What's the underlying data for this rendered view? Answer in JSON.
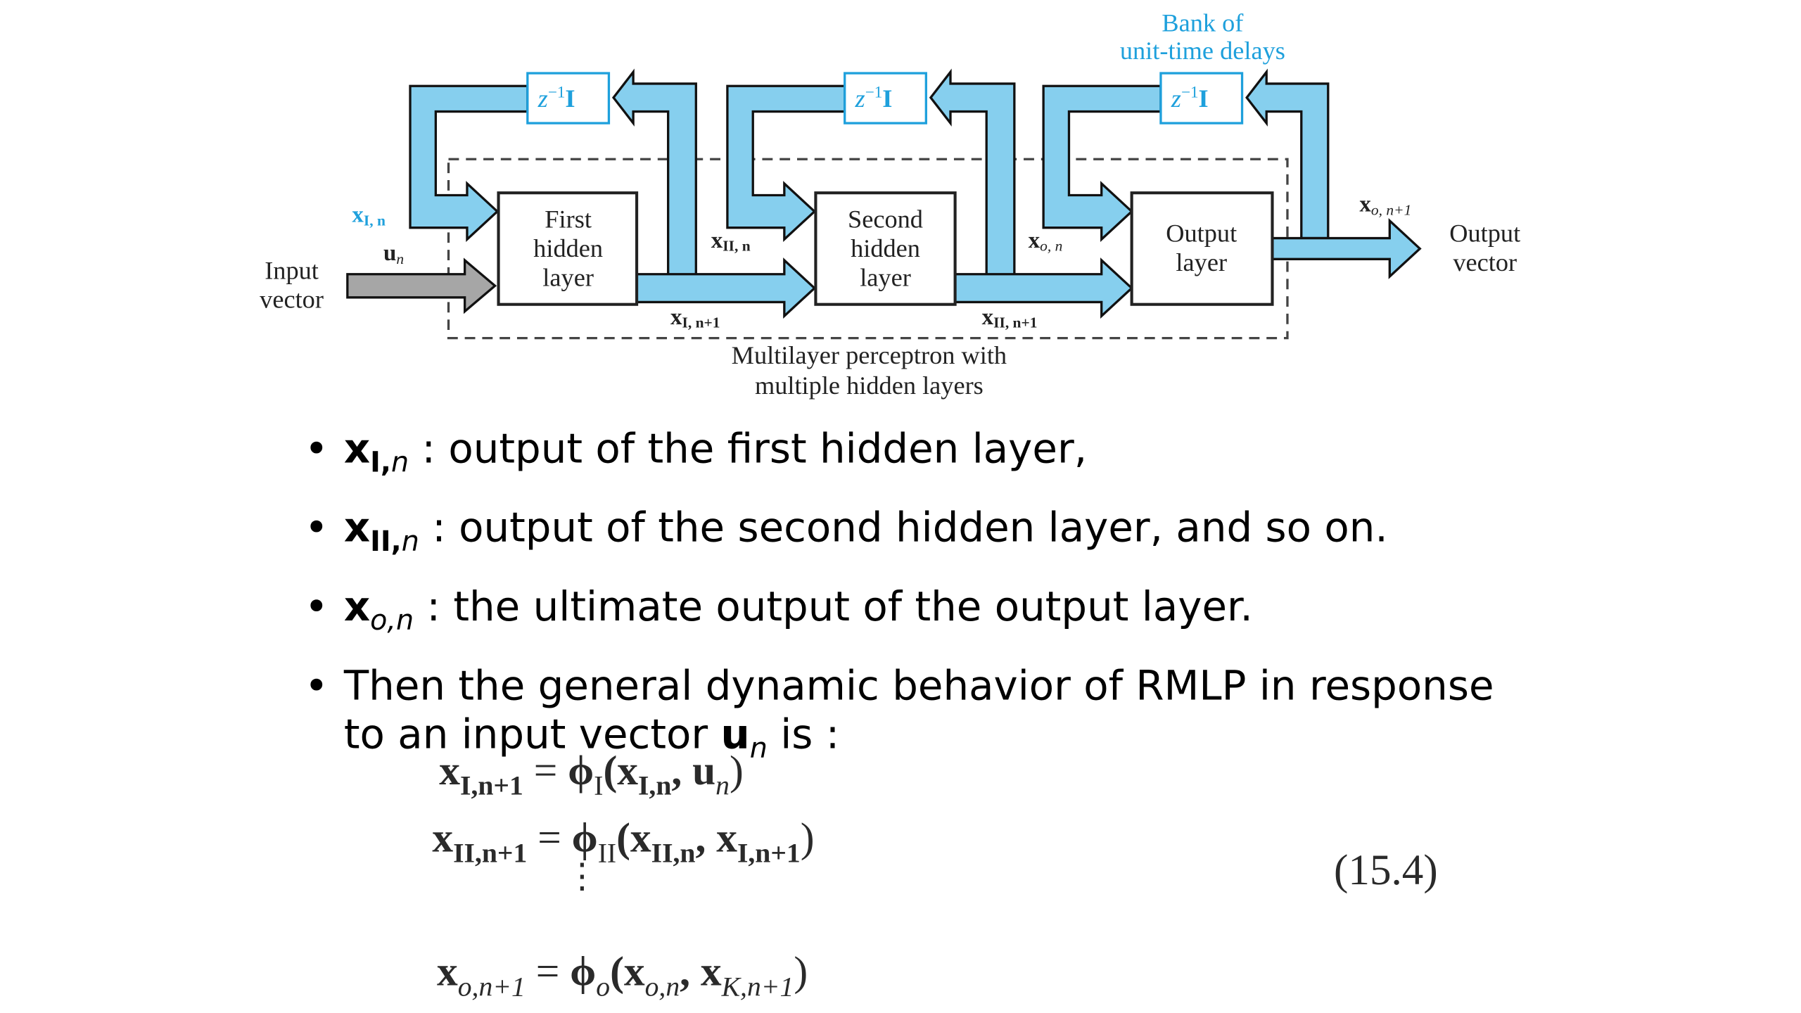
{
  "diagram": {
    "bank_label_line1": "Bank of",
    "bank_label_line2": "unit-time delays",
    "delay_label": "z",
    "delay_sup": "−1",
    "delay_matrix": "I",
    "layers": [
      {
        "line1": "First",
        "line2": "hidden",
        "line3": "layer"
      },
      {
        "line1": "Second",
        "line2": "hidden",
        "line3": "layer"
      },
      {
        "line1": "Output",
        "line2": "layer"
      }
    ],
    "input_label_line1": "Input",
    "input_label_line2": "vector",
    "output_label_line1": "Output",
    "output_label_line2": "vector",
    "mlp_caption_line1": "Multilayer perceptron with",
    "mlp_caption_line2": "multiple hidden layers",
    "signals": {
      "x_I_n": "x",
      "x_I_n_sub": "I, n",
      "u_n": "u",
      "u_n_sub": "n",
      "x_II_n": "x",
      "x_II_n_sub": "II, n",
      "x_o_n": "x",
      "x_o_n_sub": "o, n",
      "x_I_n1": "x",
      "x_I_n1_sub": "I, n+1",
      "x_II_n1": "x",
      "x_II_n1_sub": "II, n+1",
      "x_o_n1": "x",
      "x_o_n1_sub": "o, n+1"
    },
    "colors": {
      "arrow_fill": "#86cfee",
      "arrow_stroke": "#111111",
      "accent_text": "#1ea0dc",
      "input_arrow": "#a6a6a6"
    }
  },
  "bullets": [
    {
      "sym": "x",
      "sub": "I,",
      "sub_it": "n",
      "text": " : output of the first hidden layer,"
    },
    {
      "sym": "x",
      "sub": "II,",
      "sub_it": "n",
      "text": " : output of the second hidden layer, and so on."
    },
    {
      "sym": "x",
      "sub": "",
      "sub_it": "o,n",
      "text": " : the ultimate output of the output layer."
    },
    {
      "text_a": "Then the general dynamic behavior of RMLP in response",
      "text_b": "to an input vector ",
      "sym": "u",
      "sub_it": "n",
      "text_c": " is :"
    }
  ],
  "equations": {
    "lines": [
      {
        "lhs": "x",
        "lhs_sub": "I,n+1",
        "phi": "ϕ",
        "phi_sub": "I",
        "args": "(x",
        "a1_sub": "I,n",
        "mid": ", u",
        "a2_sub": "n",
        "end": ")"
      },
      {
        "lhs": "x",
        "lhs_sub": "II,n+1",
        "phi": "ϕ",
        "phi_sub": "II",
        "args": "(x",
        "a1_sub": "II,n",
        "mid": ", x",
        "a2_sub": "I,n+1",
        "end": ")"
      },
      {
        "lhs": "x",
        "lhs_sub": "o,n+1",
        "phi": "ϕ",
        "phi_sub": "o",
        "args": "(x",
        "a1_sub": "o,n",
        "mid": ", x",
        "a2_sub": "K,n+1",
        "end": ")"
      }
    ],
    "equals": "=",
    "vdots": "⋮",
    "number": "(15.4)"
  }
}
